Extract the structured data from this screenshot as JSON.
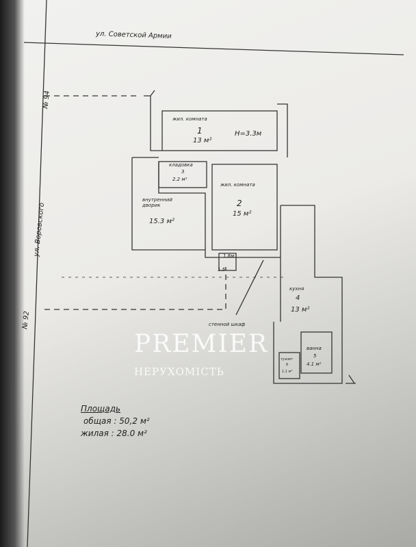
{
  "streets": {
    "top": "ул. Советской Армии",
    "left": "ул. Воровского",
    "house_top": "№ 94",
    "house_bottom": "№ 92"
  },
  "rooms": [
    {
      "type": "жил. комната",
      "num": "1",
      "area": "13 м²",
      "height": "H=3.3м"
    },
    {
      "type": "кладовка",
      "num": "3",
      "area": "2.2 м²"
    },
    {
      "type": "жил. комната",
      "num": "2",
      "area": "15 м²"
    },
    {
      "type": "внутренний дворик",
      "area": "15.3 м²"
    },
    {
      "type": "кухня",
      "num": "4",
      "area": "13 м²"
    },
    {
      "type": "ванна",
      "num": "5",
      "area": "4.1 м²"
    },
    {
      "type": "туалет",
      "num": "6",
      "area": "1.1 м²"
    }
  ],
  "labels": {
    "closet": "стенной шкаф",
    "dim1": "1.8м",
    "dim2": "1.5"
  },
  "summary": {
    "title": "Площадь",
    "total": "общая : 50,2 м²",
    "living": "жилая : 28.0 м²"
  },
  "watermark": {
    "brand": "PREMIER",
    "sub": "НЕРУХОМІСТЬ"
  }
}
